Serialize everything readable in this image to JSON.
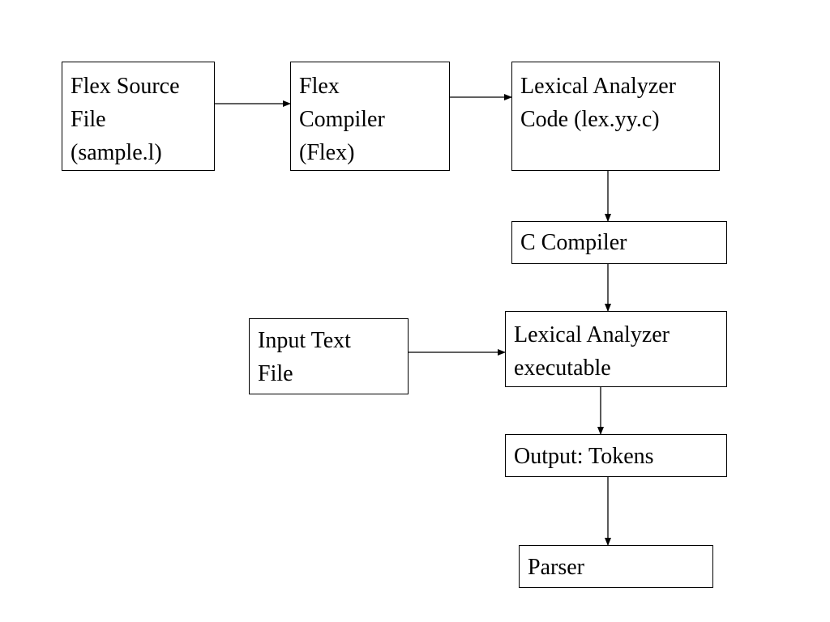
{
  "nodes": {
    "flex_source": "Flex Source\nFile\n(sample.l)",
    "flex_compiler": "Flex\nCompiler\n(Flex)",
    "lex_code": "Lexical Analyzer\nCode (lex.yy.c)",
    "c_compiler": "C Compiler",
    "input_text": "Input Text\nFile",
    "lex_exe": "Lexical Analyzer\nexecutable",
    "output": "Output: Tokens",
    "parser": "Parser"
  },
  "edges": [
    {
      "from": "flex_source",
      "to": "flex_compiler"
    },
    {
      "from": "flex_compiler",
      "to": "lex_code"
    },
    {
      "from": "lex_code",
      "to": "c_compiler"
    },
    {
      "from": "c_compiler",
      "to": "lex_exe"
    },
    {
      "from": "input_text",
      "to": "lex_exe"
    },
    {
      "from": "lex_exe",
      "to": "output"
    },
    {
      "from": "output",
      "to": "parser"
    }
  ],
  "colors": {
    "stroke": "#000000",
    "background": "#ffffff"
  }
}
